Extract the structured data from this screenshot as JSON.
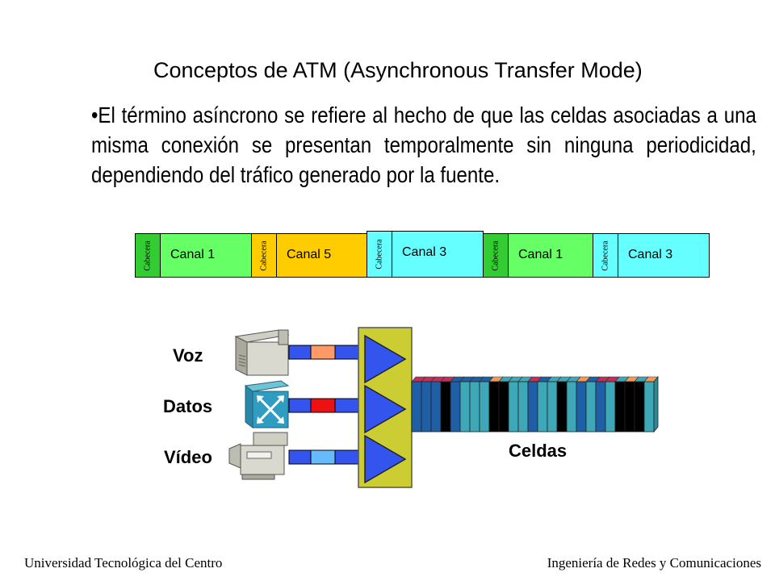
{
  "title": "Conceptos de ATM (Asynchronous Transfer Mode)",
  "bullet": "•El término asíncrono se refiere al hecho de que las celdas asociadas a una misma conexión se presentan temporalmente sin ninguna periodicidad, dependiendo del tráfico generado por la fuente.",
  "strip": {
    "header_label": "Cabecera",
    "channels": [
      "Canal 1",
      "Canal 5",
      "Canal 3",
      "Canal 1",
      "Canal 3"
    ]
  },
  "diagram": {
    "sources": [
      "Voz",
      "Datos",
      "Vídeo"
    ],
    "cells_label": "Celdas"
  },
  "footer": {
    "left": "Universidad Tecnológica del Centro",
    "right": "Ingeniería de Redes y Comunicaciones"
  },
  "colors": {
    "header": "#33cc33",
    "canal1": "#66ff66",
    "canal5": "#ffcc00",
    "canal3": "#66ffff",
    "mux": "#cccc33",
    "triangle": "#3355ee",
    "cell_dark": "#000000",
    "cell_blue": "#1f5fa5",
    "cell_cyan": "#3ea8b8"
  }
}
